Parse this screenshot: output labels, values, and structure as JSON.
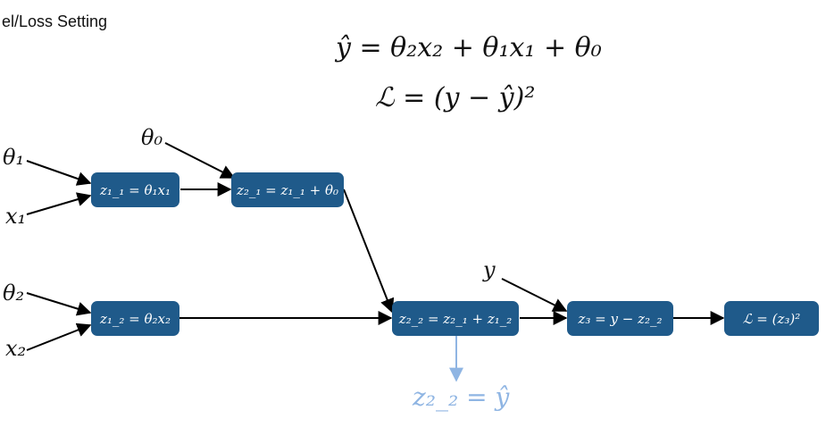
{
  "header": {
    "text": "el/Loss Setting"
  },
  "equations": {
    "prediction": "ŷ = θ₂x₂ + θ₁x₁ + θ₀",
    "loss": "ℒ = (y − ŷ)²"
  },
  "inputs": {
    "theta1": "θ₁",
    "x1": "x₁",
    "theta0": "θ₀",
    "theta2": "θ₂",
    "x2": "x₂",
    "y": "y"
  },
  "nodes": {
    "z11": "z₁_₁ = θ₁x₁",
    "z21": "z₂_₁ = z₁_₁ + θ₀",
    "z12": "z₁_₂ = θ₂x₂",
    "z22": "z₂_₂ = z₂_₁ + z₁_₂",
    "z3": "z₃ = y − z₂_₂",
    "loss": "ℒ = (z₃)²"
  },
  "result": {
    "text": "z₂_₂ = ŷ"
  },
  "colors": {
    "node_fill": "#1f5a8a",
    "result_text": "#8fb5e3",
    "arrow": "#000000"
  }
}
